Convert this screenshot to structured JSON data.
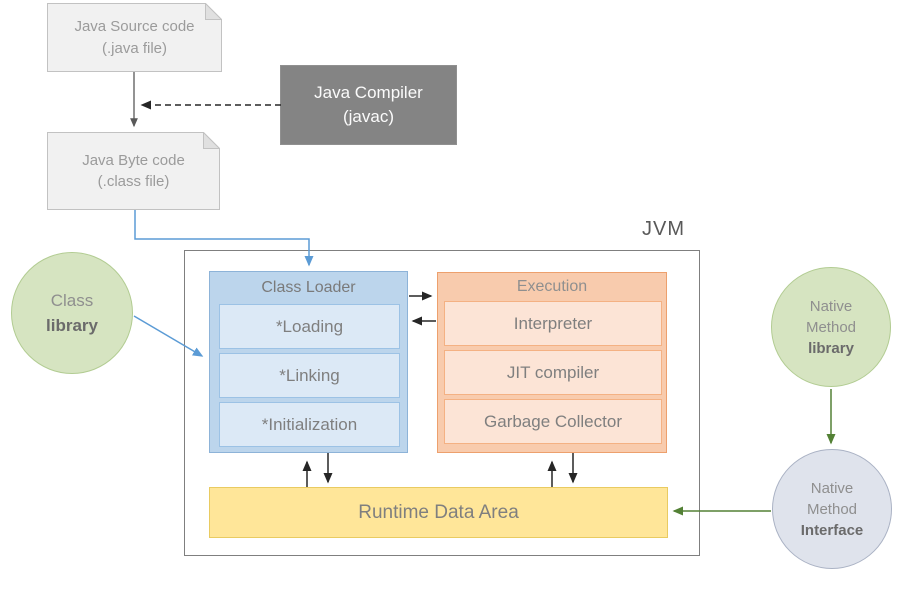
{
  "jvm_label": "JVM",
  "nodes": {
    "java_source_code": {
      "line1": "Java Source code",
      "line2": "(.java file)"
    },
    "java_compiler": {
      "line1": "Java Compiler",
      "line2": "(javac)"
    },
    "java_byte_code": {
      "line1": "Java Byte code",
      "line2": "(.class file)"
    },
    "class_library": {
      "line1": "Class",
      "line2": "library"
    },
    "class_loader": {
      "title": "Class Loader",
      "items": [
        "*Loading",
        "*Linking",
        "*Initialization"
      ]
    },
    "execution_engine": {
      "title": "Execution",
      "items": [
        "Interpreter",
        "JIT compiler",
        "Garbage Collector"
      ]
    },
    "runtime_data_area": {
      "label": "Runtime Data Area"
    },
    "native_method_library": {
      "line1": "Native",
      "line2": "Method",
      "line3": "library"
    },
    "native_method_interface": {
      "line1": "Native",
      "line2": "Method",
      "line3": "Interface"
    }
  },
  "connections": [
    {
      "from": "java_source_code",
      "to": "java_byte_code",
      "style": "solid-gray-arrow"
    },
    {
      "from": "java_compiler",
      "to": "source-to-byte-arrow",
      "style": "dashed-black-arrow"
    },
    {
      "from": "java_byte_code",
      "to": "class_loader",
      "style": "solid-blue-elbow-arrow"
    },
    {
      "from": "class_library",
      "to": "class_loader",
      "style": "solid-blue-arrow"
    },
    {
      "from": "class_loader",
      "to": "execution_engine",
      "style": "solid-black-arrow"
    },
    {
      "from": "execution_engine",
      "to": "class_loader",
      "style": "solid-black-arrow"
    },
    {
      "from": "class_loader",
      "to": "runtime_data_area",
      "style": "solid-black-arrows-bidirectional"
    },
    {
      "from": "execution_engine",
      "to": "runtime_data_area",
      "style": "solid-black-arrows-bidirectional"
    },
    {
      "from": "native_method_library",
      "to": "native_method_interface",
      "style": "solid-green-arrow"
    },
    {
      "from": "native_method_interface",
      "to": "runtime_data_area",
      "style": "solid-green-arrow"
    }
  ],
  "colors": {
    "blue_accent": "#5b9bd5",
    "green_accent": "#538135",
    "class_loader_fill": "#bcd5ec",
    "class_loader_item_fill": "#dce9f6",
    "execution_fill": "#f8cbad",
    "execution_item_fill": "#fce4d6",
    "runtime_fill": "#ffe699",
    "compiler_fill": "#848484",
    "library_circle_fill": "#d6e4c1",
    "interface_circle_fill": "#dfe3ec"
  }
}
